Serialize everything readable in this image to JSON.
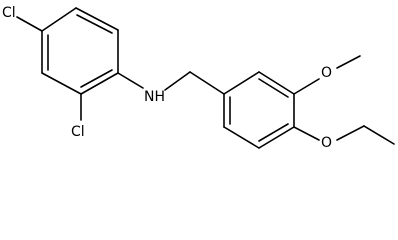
{
  "molecule": {
    "atom_labels": {
      "cl_top": "Cl",
      "cl_bottom": "Cl",
      "nh": "NH",
      "o_methoxy": "O",
      "o_ethoxy": "O"
    }
  },
  "colors": {
    "bond": "#000000",
    "label": "#000000",
    "background": "#ffffff"
  }
}
